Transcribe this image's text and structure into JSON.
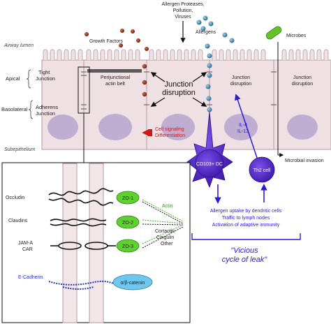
{
  "top": {
    "allergen_sources_line1": "Allergen Proteases,",
    "allergen_sources_line2": "Pollution,",
    "allergen_sources_line3": "Viruses",
    "growth_factors": "Growth Factors",
    "allergens": "Allergens",
    "microbes": "Microbes"
  },
  "regions": {
    "airway_lumen": "Airway lumen",
    "subepithelium": "Subepithelium"
  },
  "side_labels": {
    "apical": "Apical",
    "basolateral": "Basolateral",
    "tight_junction_1": "Tight",
    "tight_junction_2": "Junction",
    "adherens_junction_1": "Adherens",
    "adherens_junction_2": "Junction"
  },
  "cell_labels": {
    "perijunctional_1": "Perijunctional",
    "perijunctional_2": "actin belt",
    "junction_disruption_center_1": "Junction",
    "junction_disruption_center_2": "disruption",
    "junction_disruption_right_a_1": "Junction",
    "junction_disruption_right_a_2": "disruption",
    "junction_disruption_right_b_1": "Junction",
    "junction_disruption_right_b_2": "disruption",
    "cell_signaling": "Cell signaling",
    "differentiation": "Differentiation",
    "il4": "IL-4",
    "il13": "IL-13",
    "microbial_invasion": "Microbial invasion"
  },
  "immune": {
    "dc_label": "CD103+ DC",
    "th2_label": "Th2 cell",
    "consequence_1": "Allergen uptake by dendritic cells",
    "consequence_2": "Traffic to lymph nodes",
    "consequence_3": "Activation of adaptive immunity",
    "vicious_1": "\"Vicious",
    "vicious_2": "cycle of leak\""
  },
  "inset": {
    "occludin": "Occludin",
    "claudins": "Claudins",
    "jama_1": "JAM-A",
    "jama_2": "CAR",
    "ecadherin": "E-Cadherin",
    "zo1": "ZO-1",
    "zo2": "ZO-2",
    "zo3": "ZO-3",
    "catenin": "α/β-catenin",
    "actin": "Actin",
    "cortactin": "Cortactin",
    "cingulin": "Cingulin",
    "other": "Other"
  },
  "colors": {
    "cell_fill": "#efe0e3",
    "cell_stroke": "#b49aa0",
    "nucleus": "#b6a3cf",
    "allergen": "#2c6f95",
    "growth_factor": "#8a2612",
    "immune": "#5526c8",
    "arrow_blue": "#2a1bd6",
    "arrow_red": "#d01818",
    "zo_green": "#5fd12f",
    "catenin_blue": "#6fc6ee",
    "microbe_green": "#66c229"
  }
}
